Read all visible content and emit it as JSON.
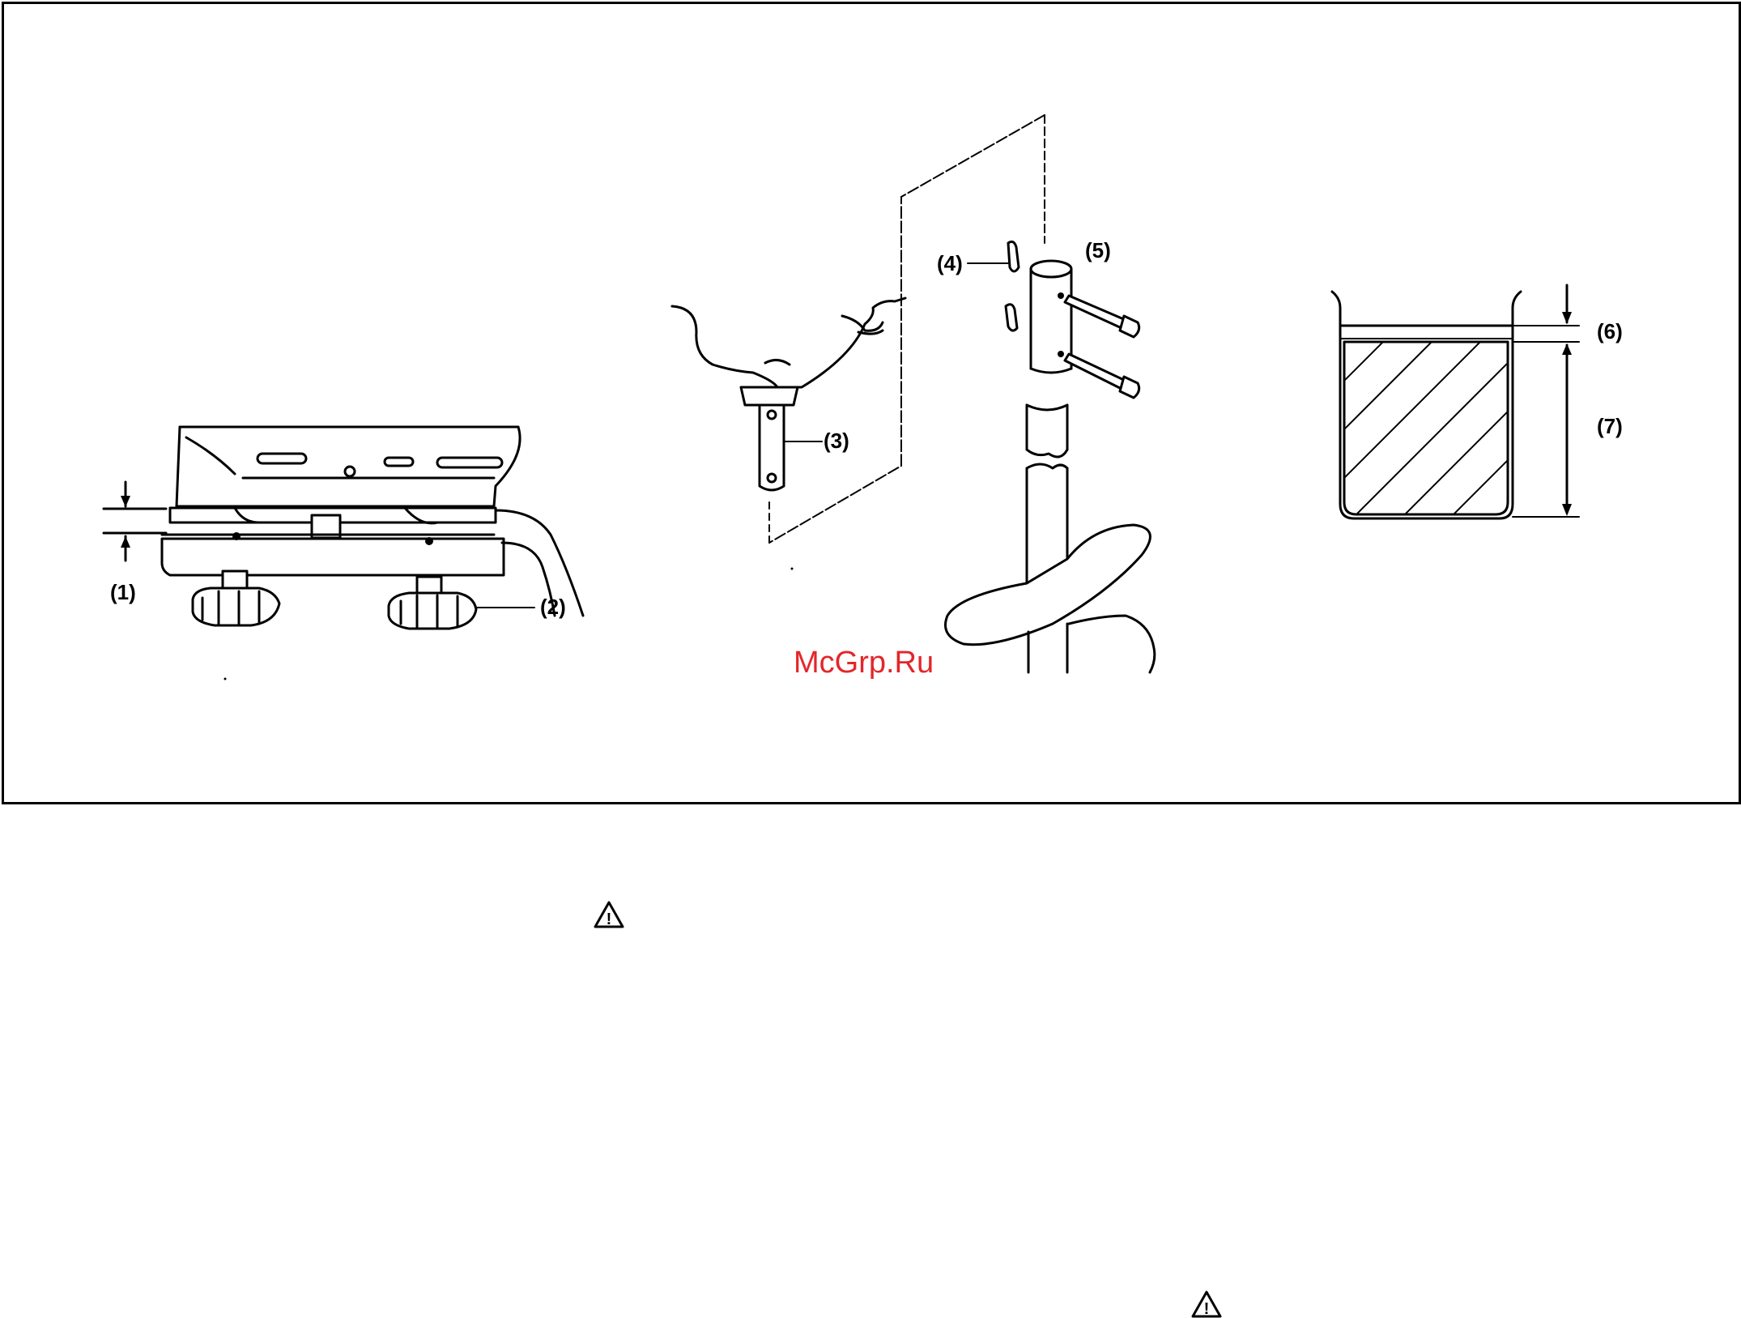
{
  "figure": {
    "callouts": {
      "c1": "(1)",
      "c2": "(2)",
      "c3": "(3)",
      "c4": "(4)",
      "c5": "(5)",
      "c6": "(6)",
      "c7": "(7)"
    },
    "watermark": "McGrp.Ru"
  },
  "warnings": [
    {
      "icon": "warning-triangle-icon",
      "symbol": "!"
    },
    {
      "icon": "warning-triangle-icon",
      "symbol": "!"
    }
  ]
}
